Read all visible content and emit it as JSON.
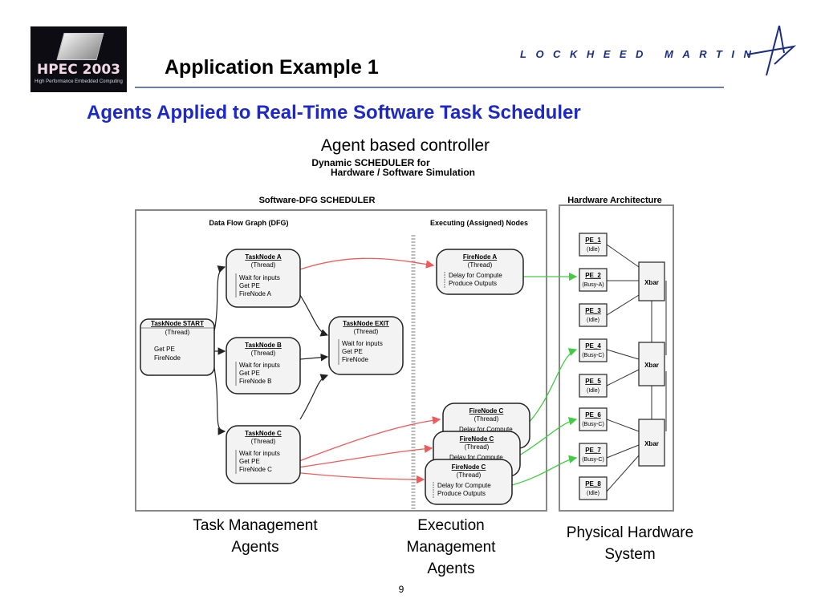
{
  "header": {
    "logo": {
      "line1": "HPEC 2003",
      "line2": "High Performance Embedded Computing"
    },
    "title": "Application Example 1",
    "company": "LOCKHEED MARTIN"
  },
  "subtitle": "Agents Applied to Real-Time Software Task Scheduler",
  "caption": "Agent based controller",
  "diagram": {
    "heading_line1": "Dynamic   SCHEDULER    for",
    "heading_line2": "Hardware   /   Software   Simulation",
    "scheduler_title": "Software-DFG SCHEDULER",
    "hardware_title": "Hardware Architecture",
    "dfg_title": "Data Flow Graph (DFG)",
    "exec_title": "Executing (Assigned) Nodes",
    "thread": "(Thread)",
    "start": {
      "title": "TaskNode START",
      "lines": [
        "Get PE",
        "FireNode"
      ]
    },
    "task_a": {
      "title": "TaskNode A",
      "lines": [
        "Wait for inputs",
        "Get PE",
        "FireNode A"
      ]
    },
    "task_b": {
      "title": "TaskNode B",
      "lines": [
        "Wait for inputs",
        "Get PE",
        "FireNode B"
      ]
    },
    "task_c": {
      "title": "TaskNode C",
      "lines": [
        "Wait for inputs",
        "Get PE",
        "FireNode C"
      ]
    },
    "exit": {
      "title": "TaskNode EXIT",
      "lines": [
        "Wait for inputs",
        "Get PE",
        "FireNode"
      ]
    },
    "fire_a": {
      "title": "FireNode A",
      "lines": [
        "Delay for Compute",
        "Produce Outputs"
      ]
    },
    "fire_c": {
      "title": "FireNode C",
      "lines": [
        "Delay for Compute",
        "Produce Outputs"
      ]
    },
    "pes": [
      {
        "name": "PE_1",
        "state": "(Idle)"
      },
      {
        "name": "PE_2",
        "state": "(Busy-A)"
      },
      {
        "name": "PE_3",
        "state": "(Idle)"
      },
      {
        "name": "PE_4",
        "state": "(Busy-C)"
      },
      {
        "name": "PE_5",
        "state": "(Idle)"
      },
      {
        "name": "PE_6",
        "state": "(Busy-C)"
      },
      {
        "name": "PE_7",
        "state": "(Busy-C)"
      },
      {
        "name": "PE_8",
        "state": "(Idle)"
      }
    ],
    "xbar": "Xbar",
    "colors": {
      "task_arrow": "#f05a5a",
      "fire_arrow": "#44cc44",
      "box_fill": "#f3f3f3",
      "accent": "#1c28c8"
    }
  },
  "labels": {
    "task": "Task Management Agents",
    "exec": "Execution Management Agents",
    "hardware": "Physical Hardware System"
  },
  "page_number": "9"
}
